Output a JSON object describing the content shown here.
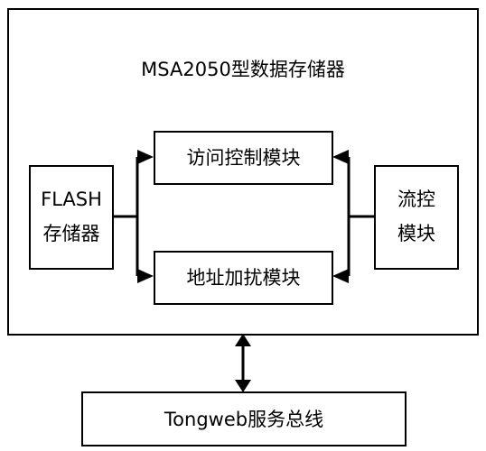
{
  "diagram": {
    "outer_title": "MSA2050型数据存储器",
    "flash_line1": "FLASH",
    "flash_line2": "存储器",
    "access_control": "访问控制模块",
    "address_encrypt": "地址加扰模块",
    "flow_line1": "流控",
    "flow_line2": "模块",
    "bus": "Tongweb服务总线"
  }
}
